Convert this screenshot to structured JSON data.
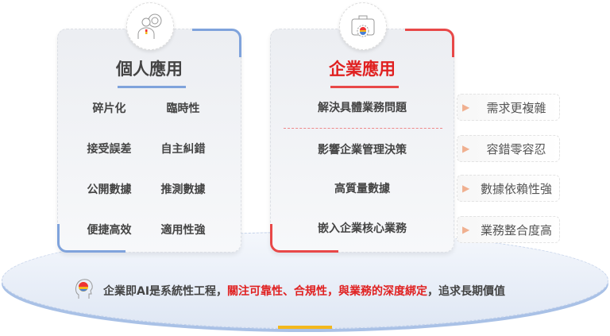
{
  "personal": {
    "title": "個人應用",
    "items": [
      "碎片化",
      "臨時性",
      "接受誤差",
      "自主糾錯",
      "公開數據",
      "推測數據",
      "便捷高效",
      "適用性強"
    ]
  },
  "enterprise": {
    "title": "企業應用",
    "items": [
      "解決具體業務問題",
      "影響企業管理決策",
      "高質量數據",
      "嵌入企業核心業務"
    ],
    "tags": [
      "需求更複雜",
      "容錯零容忍",
      "數據依賴性強",
      "業務整合度高"
    ]
  },
  "footer": {
    "part1": "企業即AI是系統性工程，",
    "part2": "關注可靠性、合規性，與業務的深度綁定",
    "part3": "，追求長期價值"
  },
  "colors": {
    "blue": "#7fa3dc",
    "red": "#e84848",
    "yellow": "#f3b81c"
  }
}
